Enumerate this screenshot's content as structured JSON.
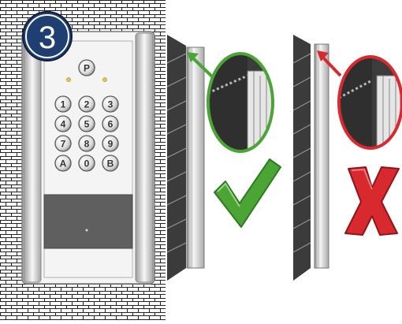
{
  "step": {
    "number": "3",
    "badge_color": "#1f3f73"
  },
  "keypad": {
    "top_key": "P",
    "keys": [
      "1",
      "2",
      "3",
      "4",
      "5",
      "6",
      "7",
      "8",
      "9",
      "A",
      "0",
      "B"
    ],
    "indicator_color": "#e3c54a"
  },
  "install_examples": [
    {
      "verdict": "correct",
      "mark": "check-mark",
      "color": "#4aa535"
    },
    {
      "verdict": "incorrect",
      "mark": "cross-mark",
      "color": "#d8292e"
    }
  ],
  "colors": {
    "brick_line": "#222222",
    "wall": "#3b3b3b",
    "device_body": "#e9e9e9"
  }
}
